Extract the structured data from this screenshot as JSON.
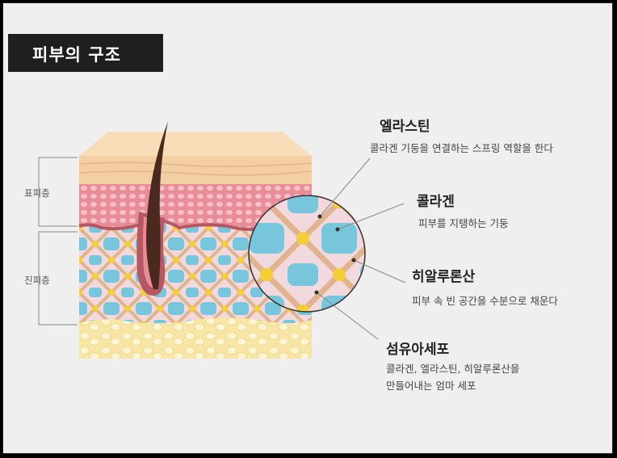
{
  "title": "피부의 구조",
  "layers": {
    "epidermis": "표피층",
    "dermis": "진피층"
  },
  "callouts": [
    {
      "key": "elastin",
      "title": "엘라스틴",
      "desc": [
        "콜라겐 기둥을 연결하는 스프링 역할을 한다"
      ]
    },
    {
      "key": "collagen",
      "title": "콜라겐",
      "desc": [
        "피부를 지탱하는 기둥"
      ]
    },
    {
      "key": "hyaluronic",
      "title": "히알루론산",
      "desc": [
        "피부 속 빈 공간을 수분으로 채운다"
      ]
    },
    {
      "key": "fibroblast",
      "title": "섬유아세포",
      "desc": [
        "콜라겐, 엘라스틴, 히알루론산을",
        "만들어내는 엄마 세포"
      ]
    }
  ],
  "colors": {
    "title_bg": "#1f1f1f",
    "stratum": "#f4cfa3",
    "epidermis": "#e88d98",
    "dermis": "#f2d9de",
    "collagen": "#e0b48e",
    "hyaluronic": "#78c6dc",
    "elastin": "#f5cf35",
    "fat": "#f8e6a6",
    "hair": "#4a2a1f"
  }
}
